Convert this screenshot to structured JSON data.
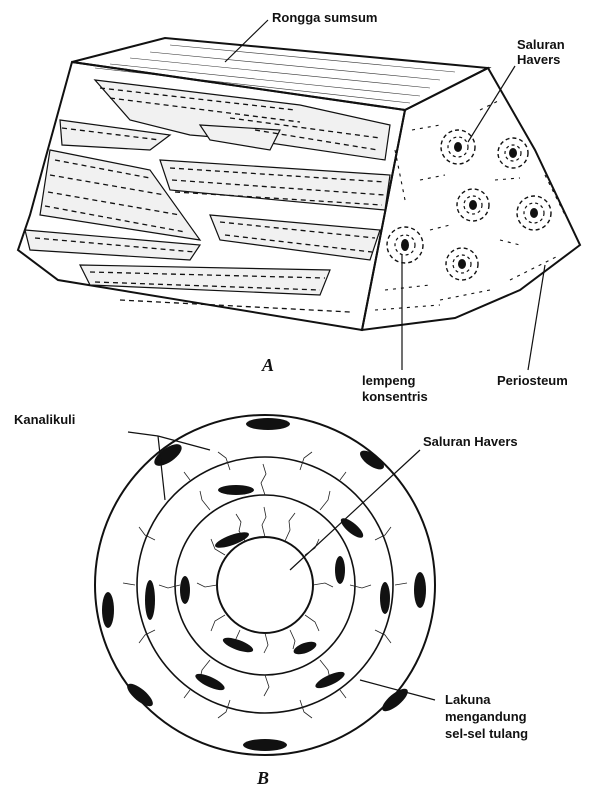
{
  "figure_a": {
    "caption": "A",
    "labels": {
      "rongga_sumsum": "Rongga sumsum",
      "saluran_havers_line1": "Saluran",
      "saluran_havers_line2": "Havers",
      "lempeng_line1": "lempeng",
      "lempeng_line2": "konsentris",
      "periosteum": "Periosteum"
    }
  },
  "figure_b": {
    "caption": "B",
    "labels": {
      "kanalikuli": "Kanalikuli",
      "saluran_havers": "Saluran Havers",
      "lakuna_line1": "Lakuna",
      "lakuna_line2": "mengandung",
      "lakuna_line3": "sel-sel tulang"
    }
  },
  "colors": {
    "ink": "#111111",
    "paper": "#ffffff"
  }
}
